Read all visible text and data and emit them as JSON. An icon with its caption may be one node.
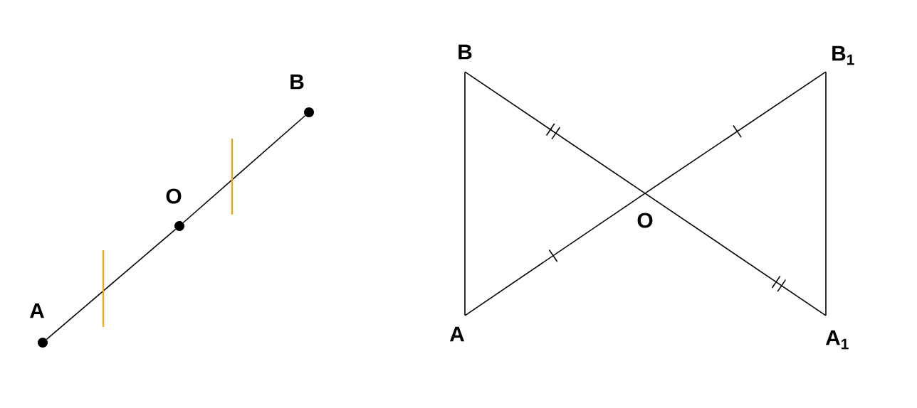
{
  "diagram": {
    "nodes": [
      {
        "text": [],
        "shape": "dot",
        "beside": [
          "A"
        ]
      },
      {
        "text": [],
        "shape": "dot",
        "beside": [
          "O"
        ]
      },
      {
        "text": [],
        "shape": "dot",
        "beside": [
          "B"
        ]
      },
      {
        "text": [],
        "shape": "point",
        "beside": [
          "B"
        ]
      },
      {
        "text": [],
        "shape": "point",
        "beside": [
          "A"
        ]
      },
      {
        "text": [],
        "shape": "point",
        "beside": [
          "O"
        ]
      },
      {
        "text": [],
        "shape": "point",
        "beside": [
          "B$_{1}$"
        ]
      },
      {
        "text": [],
        "shape": "point",
        "beside": [
          "A$_{1}$"
        ]
      }
    ],
    "edges": [
      {
        "from": 0,
        "to": 1,
        "arrow": "none"
      },
      {
        "from": 1,
        "to": 2,
        "arrow": "none"
      },
      {
        "from": 3,
        "to": 4,
        "arrow": "none"
      },
      {
        "from": 3,
        "to": 5,
        "arrow": "none"
      },
      {
        "from": 5,
        "to": 7,
        "arrow": "none"
      },
      {
        "from": 4,
        "to": 5,
        "arrow": "none"
      },
      {
        "from": 5,
        "to": 6,
        "arrow": "none"
      },
      {
        "from": 6,
        "to": 7,
        "arrow": "none"
      }
    ]
  }
}
